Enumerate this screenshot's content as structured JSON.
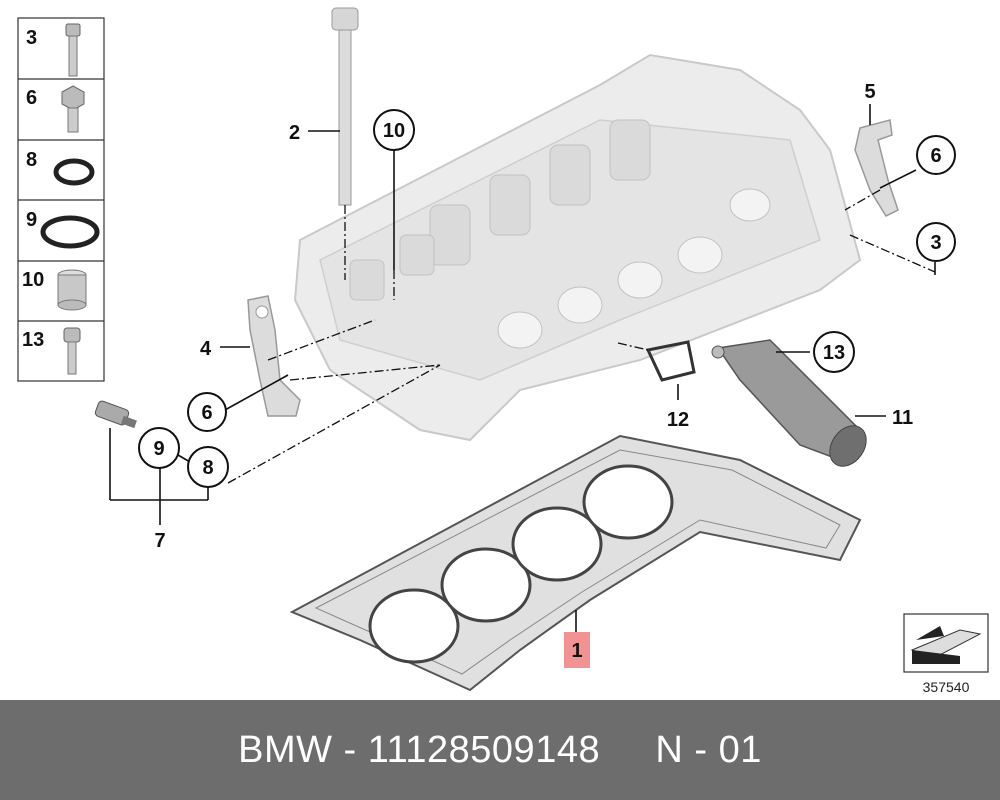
{
  "legend": [
    {
      "number": "3",
      "icon": "bolt-long-icon"
    },
    {
      "number": "6",
      "icon": "hex-bolt-icon"
    },
    {
      "number": "8",
      "icon": "small-o-ring-icon"
    },
    {
      "number": "9",
      "icon": "large-o-ring-icon"
    },
    {
      "number": "10",
      "icon": "sleeve-icon"
    },
    {
      "number": "13",
      "icon": "bolt-icon"
    }
  ],
  "callouts": {
    "c1": "1",
    "c2": "2",
    "c3": "3",
    "c4": "4",
    "c5": "5",
    "c6a": "6",
    "c6b": "6",
    "c7": "7",
    "c8": "8",
    "c9": "9",
    "c10": "10",
    "c11": "11",
    "c12": "12",
    "c13": "13"
  },
  "diagram_id": "357540",
  "footer": {
    "brand": "BMW - 11128509148     N - 01"
  },
  "colors": {
    "highlight": "#f08080",
    "head_fill": "#ececec",
    "gasket_fill": "#e0e0e0",
    "footer_bg": "#6d6d6d"
  }
}
